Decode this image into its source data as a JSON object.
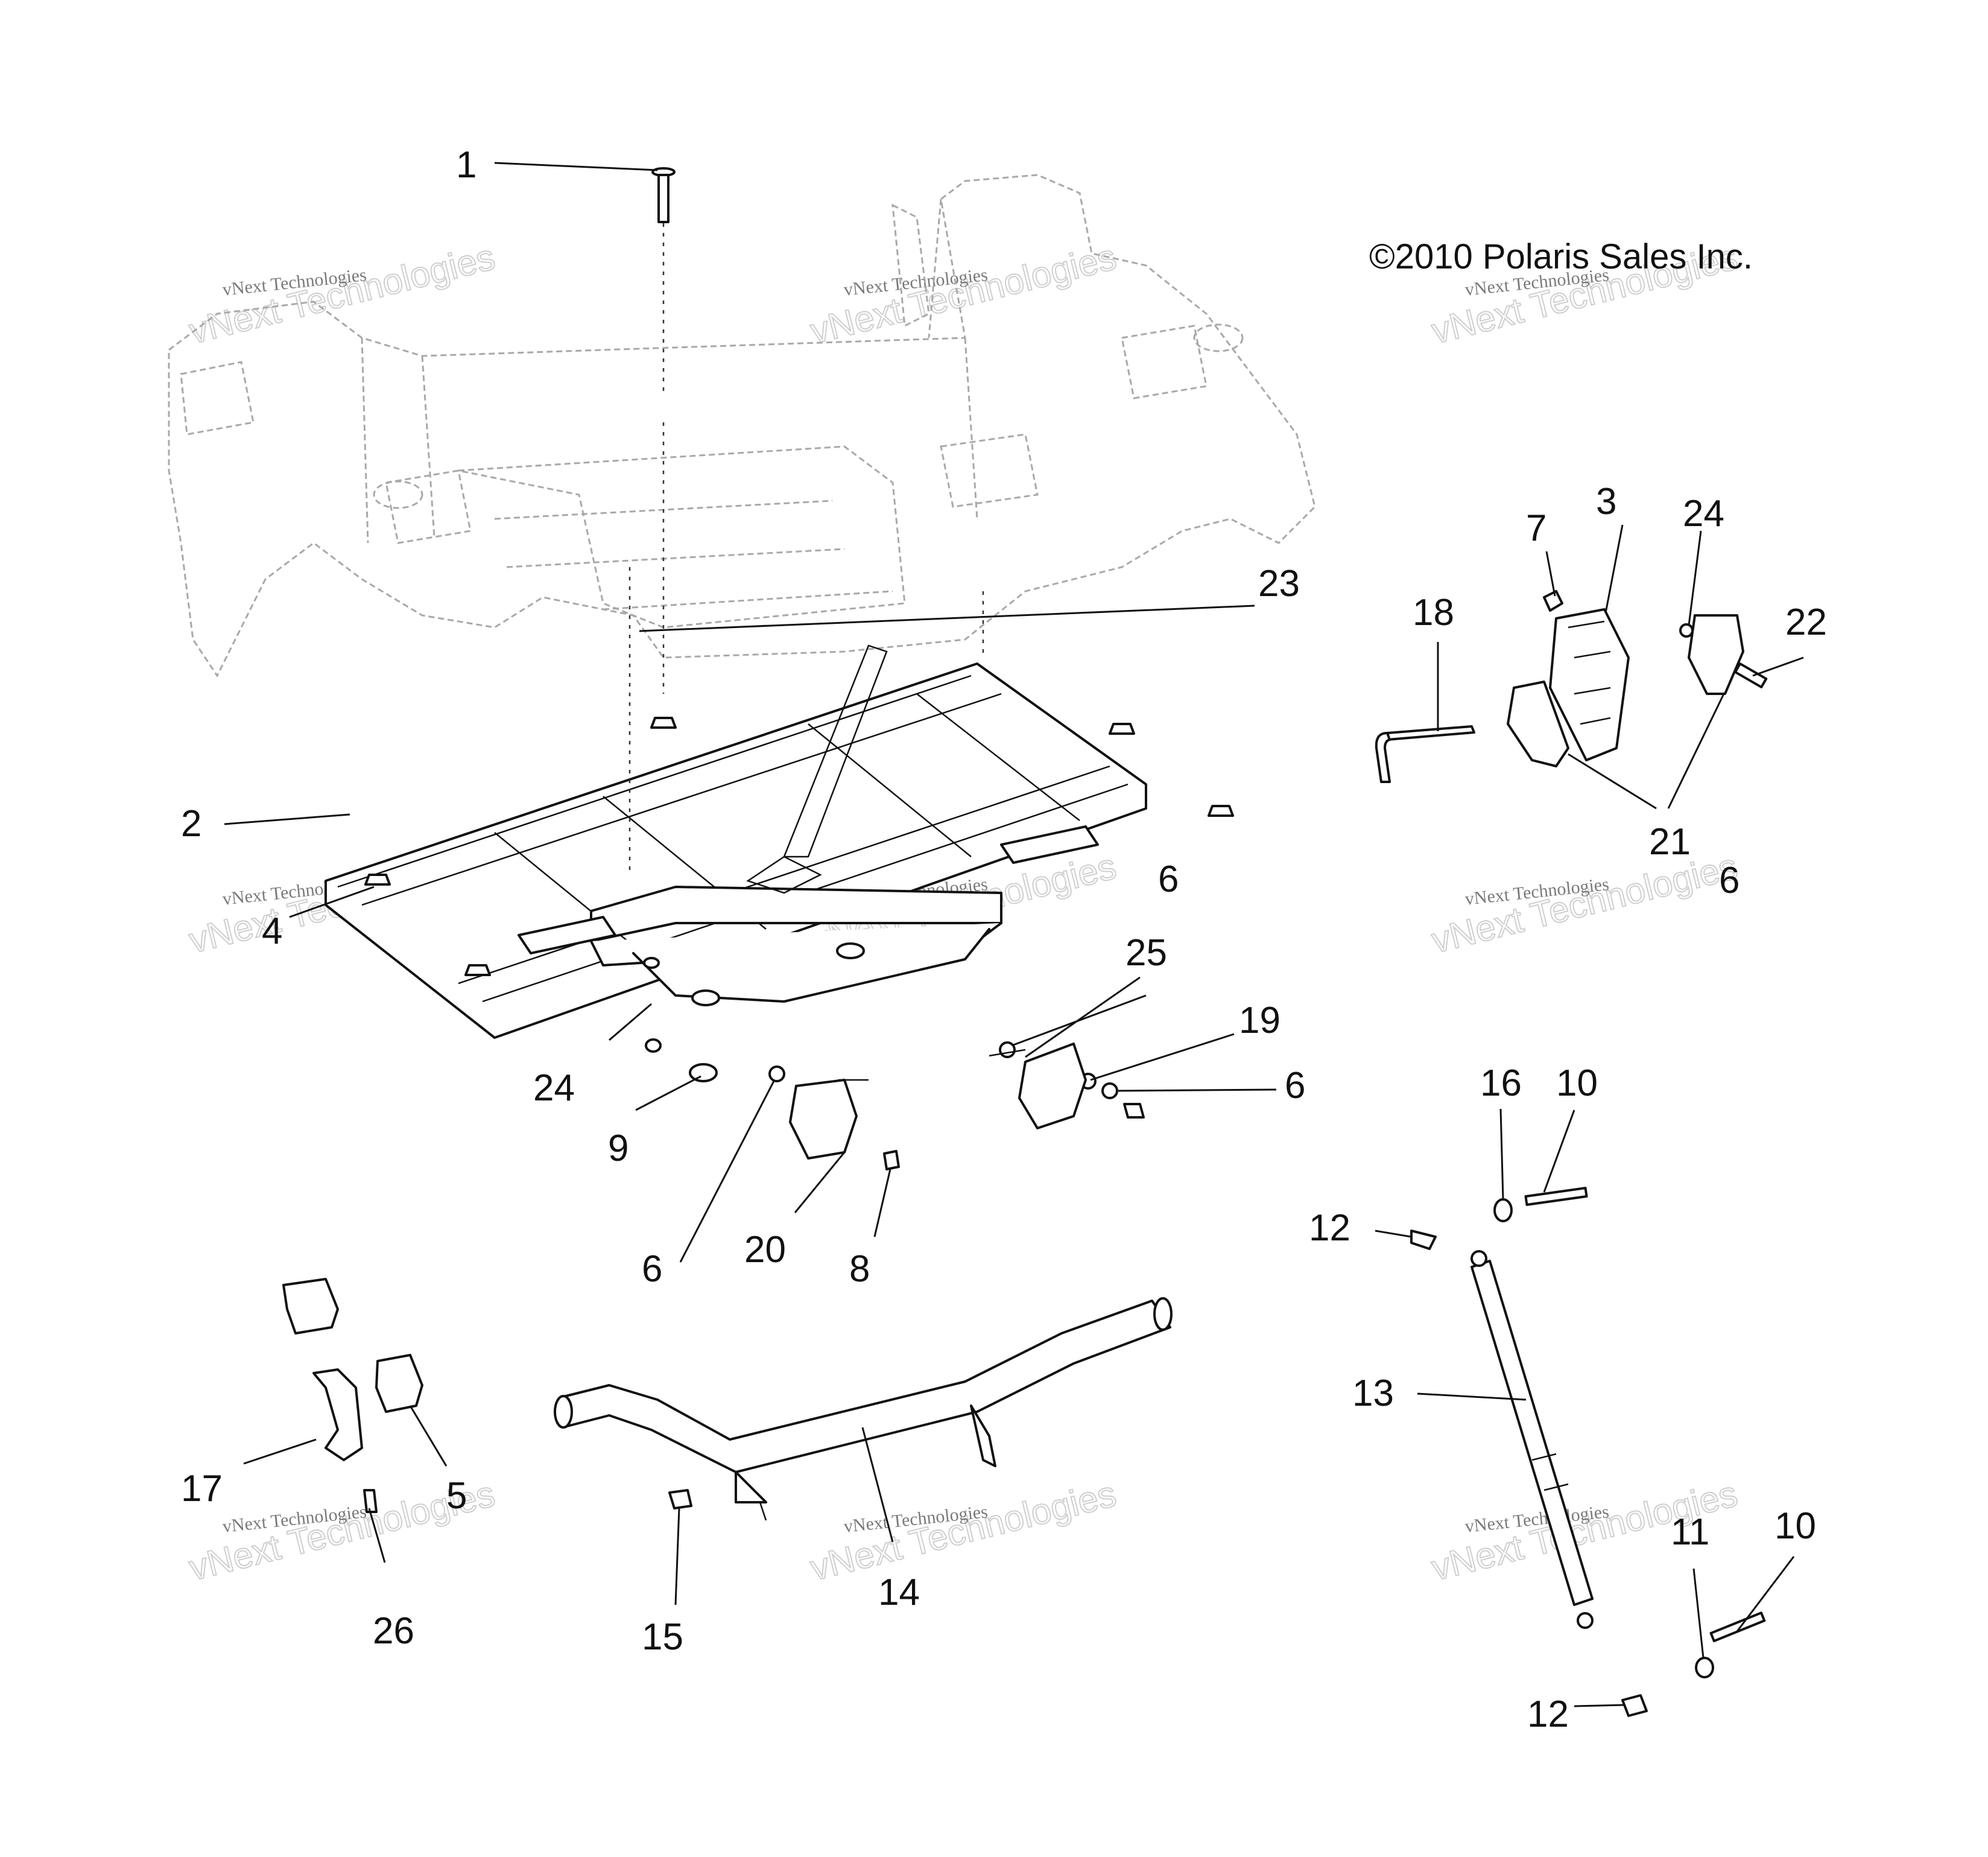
{
  "copyright": "©2010 Polaris Sales Inc.",
  "watermarks": [
    {
      "line1": "vNext Technologies",
      "line2": "vNext Technologies"
    },
    {
      "line1": "vNext Technologies",
      "line2": "vNext Technologies"
    },
    {
      "line1": "vNext Technologies",
      "line2": "vNext Technologies"
    },
    {
      "line1": "vNext Technologies",
      "line2": "vNext Technologies"
    },
    {
      "line1": "vNext Technologies",
      "line2": "vNext Technologies"
    },
    {
      "line1": "vNext Technologies",
      "line2": "vNext Technologies"
    },
    {
      "line1": "vNext Technologies",
      "line2": "vNext Technologies"
    },
    {
      "line1": "vNext Technologies",
      "line2": "vNext Technologies"
    },
    {
      "line1": "vNext Technologies",
      "line2": "vNext Technologies"
    }
  ],
  "callouts": [
    "1",
    "2",
    "3",
    "4",
    "5",
    "6",
    "6",
    "6",
    "6",
    "7",
    "8",
    "9",
    "10",
    "10",
    "11",
    "12",
    "12",
    "13",
    "14",
    "15",
    "16",
    "17",
    "18",
    "19",
    "20",
    "21",
    "22",
    "23",
    "24",
    "24",
    "25",
    "26"
  ]
}
